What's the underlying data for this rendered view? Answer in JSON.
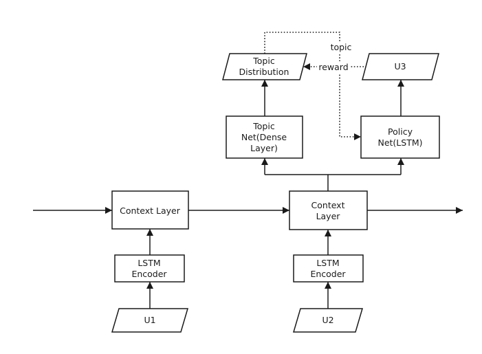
{
  "nodes": {
    "topic_distribution": [
      "Topic",
      "Distribution"
    ],
    "u3": [
      "U3"
    ],
    "topic_net": [
      "Topic",
      "Net(Dense",
      "Layer)"
    ],
    "policy_net": [
      "Policy",
      "Net(LSTM)"
    ],
    "context_layer_1": [
      "Context Layer"
    ],
    "context_layer_2": [
      "Context",
      "Layer"
    ],
    "lstm_encoder_1": [
      "LSTM",
      "Encoder"
    ],
    "lstm_encoder_2": [
      "LSTM",
      "Encoder"
    ],
    "u1": [
      "U1"
    ],
    "u2": [
      "U2"
    ]
  },
  "edges": {
    "topic_label": "topic",
    "reward_label": "reward"
  }
}
